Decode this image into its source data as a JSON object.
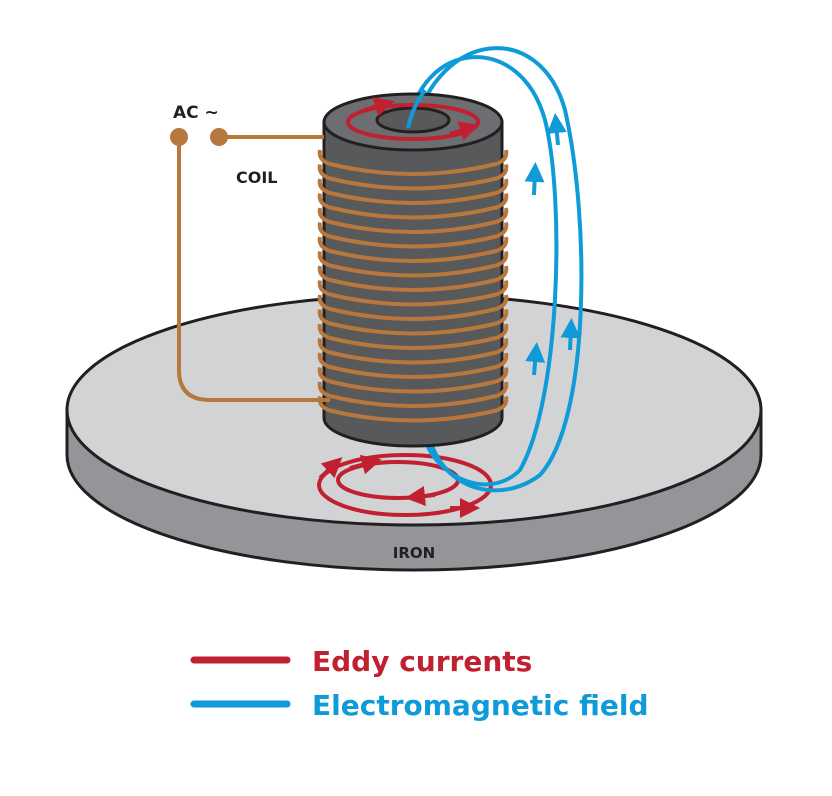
{
  "labels": {
    "ac": "AC ~",
    "coil": "COIL",
    "iron": "IRON"
  },
  "legend": [
    {
      "label": "Eddy currents",
      "color": "#c0202f"
    },
    {
      "label": "Electromagnetic field",
      "color": "#0f9ad8"
    }
  ],
  "colors": {
    "copper": "#b8773d",
    "core": "#58595b",
    "iron_top": "#d1d3d4",
    "iron_side": "#939598",
    "eddy": "#c0202f",
    "field": "#0f9ad8"
  }
}
